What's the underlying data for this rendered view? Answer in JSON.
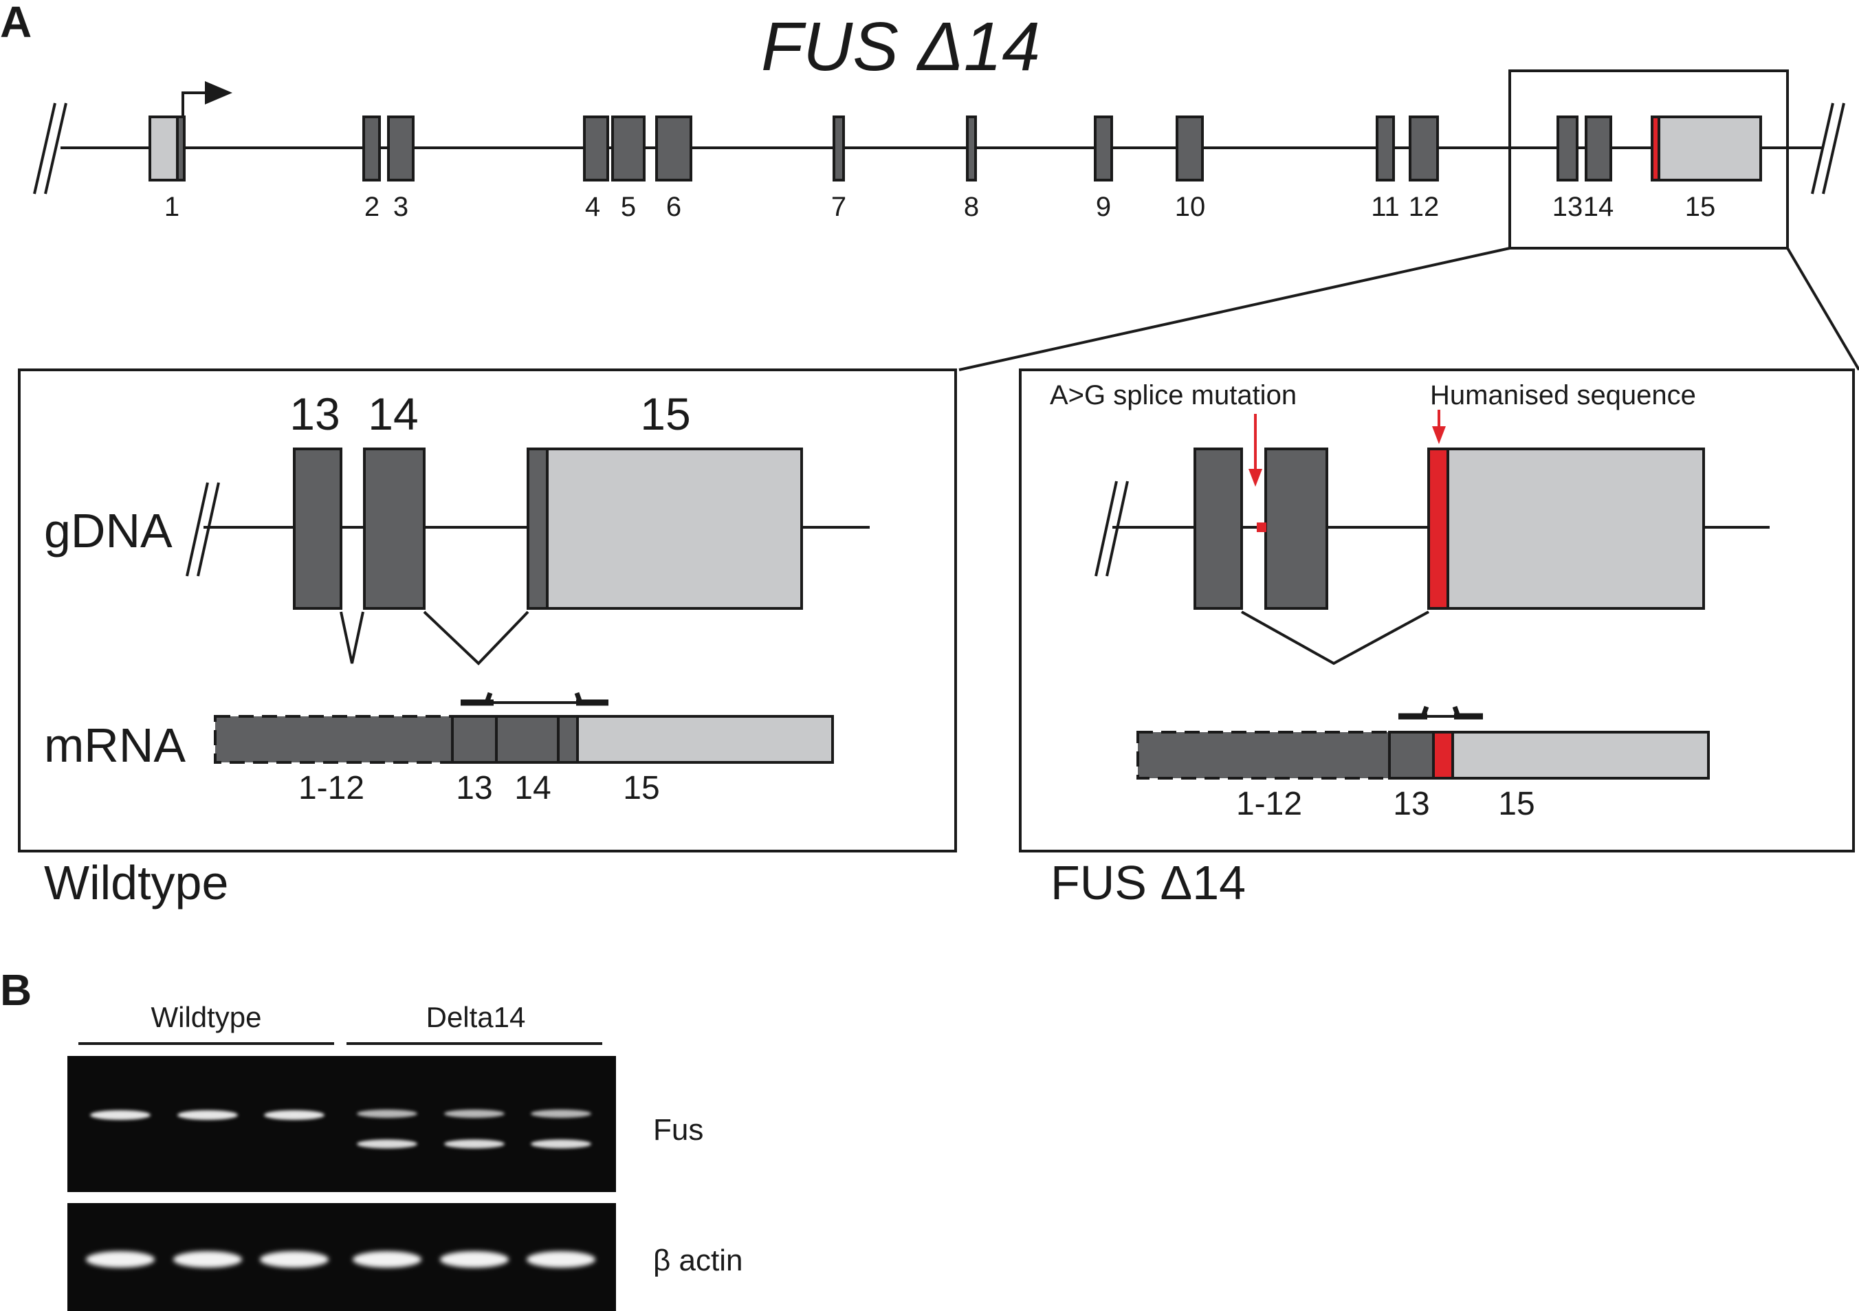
{
  "panels": {
    "a": "A",
    "b": "B"
  },
  "title": "FUS Δ14",
  "exons": [
    {
      "label": "1"
    },
    {
      "label": "2"
    },
    {
      "label": "3"
    },
    {
      "label": "4"
    },
    {
      "label": "5"
    },
    {
      "label": "6"
    },
    {
      "label": "7"
    },
    {
      "label": "8"
    },
    {
      "label": "9"
    },
    {
      "label": "10"
    },
    {
      "label": "11"
    },
    {
      "label": "12"
    },
    {
      "label": "13"
    },
    {
      "label": "14"
    },
    {
      "label": "15"
    }
  ],
  "wildtype": {
    "caption": "Wildtype",
    "gdna_label": "gDNA",
    "mrna_label": "mRNA",
    "exon_labels": [
      "13",
      "14",
      "15"
    ],
    "mrna_segments": [
      "1-12",
      "13",
      "14",
      "15"
    ]
  },
  "mutant": {
    "caption": "FUS Δ14",
    "splice_annotation": "A>G splice mutation",
    "humanised_annotation": "Humanised sequence",
    "mrna_segments": [
      "1-12",
      "13",
      "15"
    ]
  },
  "gel": {
    "groups": [
      "Wildtype",
      "Delta14"
    ],
    "bands": [
      "Fus",
      "β actin"
    ],
    "lanes": [
      {
        "group": "Wildtype",
        "fus_bands": 1
      },
      {
        "group": "Wildtype",
        "fus_bands": 1
      },
      {
        "group": "Wildtype",
        "fus_bands": 1
      },
      {
        "group": "Delta14",
        "fus_bands": 2
      },
      {
        "group": "Delta14",
        "fus_bands": 2
      },
      {
        "group": "Delta14",
        "fus_bands": 2
      }
    ]
  },
  "colors": {
    "exon_coding": "#5f6062",
    "exon_utr": "#c8c9cb",
    "mutation_red": "#e0242a",
    "line": "#1a1a1a",
    "gel_background": "#0b0b0b",
    "gel_band": "#f2f2f2"
  }
}
